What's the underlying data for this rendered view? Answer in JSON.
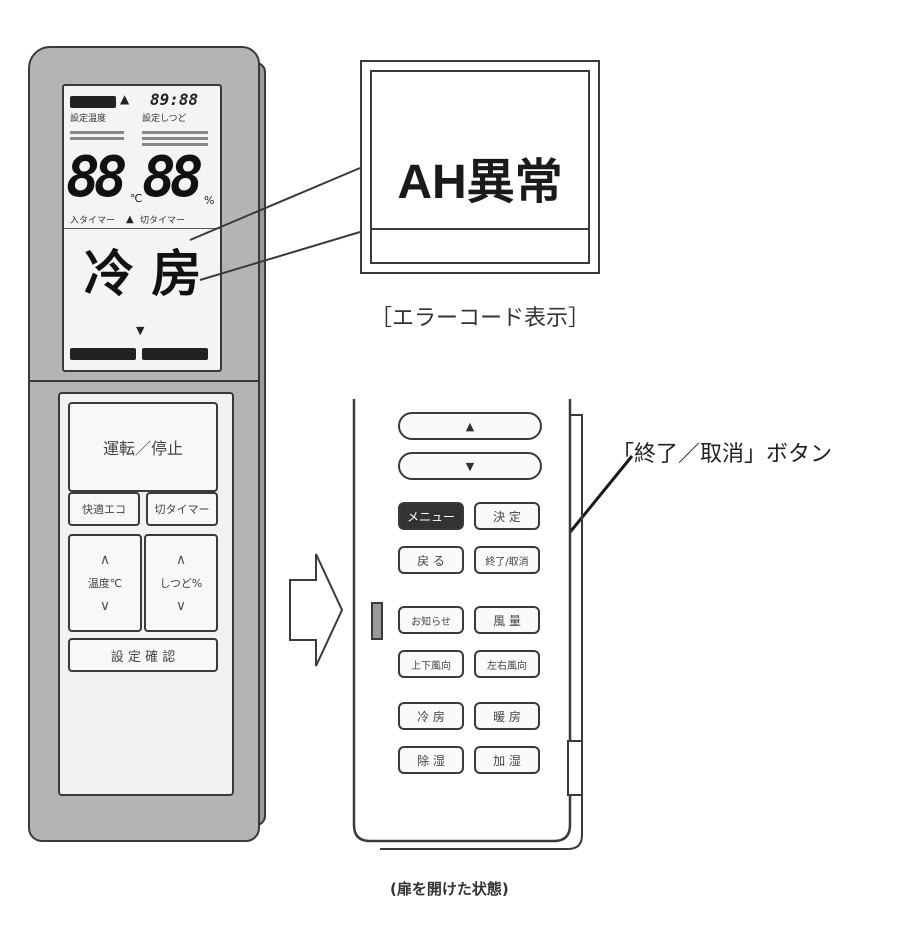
{
  "remote_closed": {
    "lcd_time": "89:88",
    "lcd_small_left": "設定温度",
    "lcd_small_right": "設定しつど",
    "lcd_temp_digits": "88",
    "lcd_temp_unit": "℃",
    "lcd_humidity_digits": "88",
    "lcd_humidity_unit": "%",
    "lcd_timer_left": "入タイマー",
    "lcd_timer_right": "切タイマー",
    "lcd_mode": "冷 房",
    "buttons": {
      "run_stop": "運転／停止",
      "eco": "快適エコ",
      "off_timer": "切タイマー",
      "temp": "温度℃",
      "humidity": "しつど%",
      "confirm": "設 定 確 認"
    }
  },
  "callout": {
    "error_text": "AH異常",
    "label": "［エラーコード表示］"
  },
  "remote_open": {
    "buttons": {
      "up": "▲",
      "down": "▼",
      "menu": "メニュー",
      "decide": "決 定",
      "back": "戻 る",
      "end_cancel": "終了/取消",
      "notice": "お知らせ",
      "fan": "風 量",
      "vertical_dir": "上下風向",
      "horizontal_dir": "左右風向",
      "cool": "冷 房",
      "heat": "暖 房",
      "dehumid": "除 湿",
      "humidify": "加 湿"
    },
    "callout_label": "「終了／取消」ボタン",
    "caption": "(扉を開けた状態)"
  }
}
